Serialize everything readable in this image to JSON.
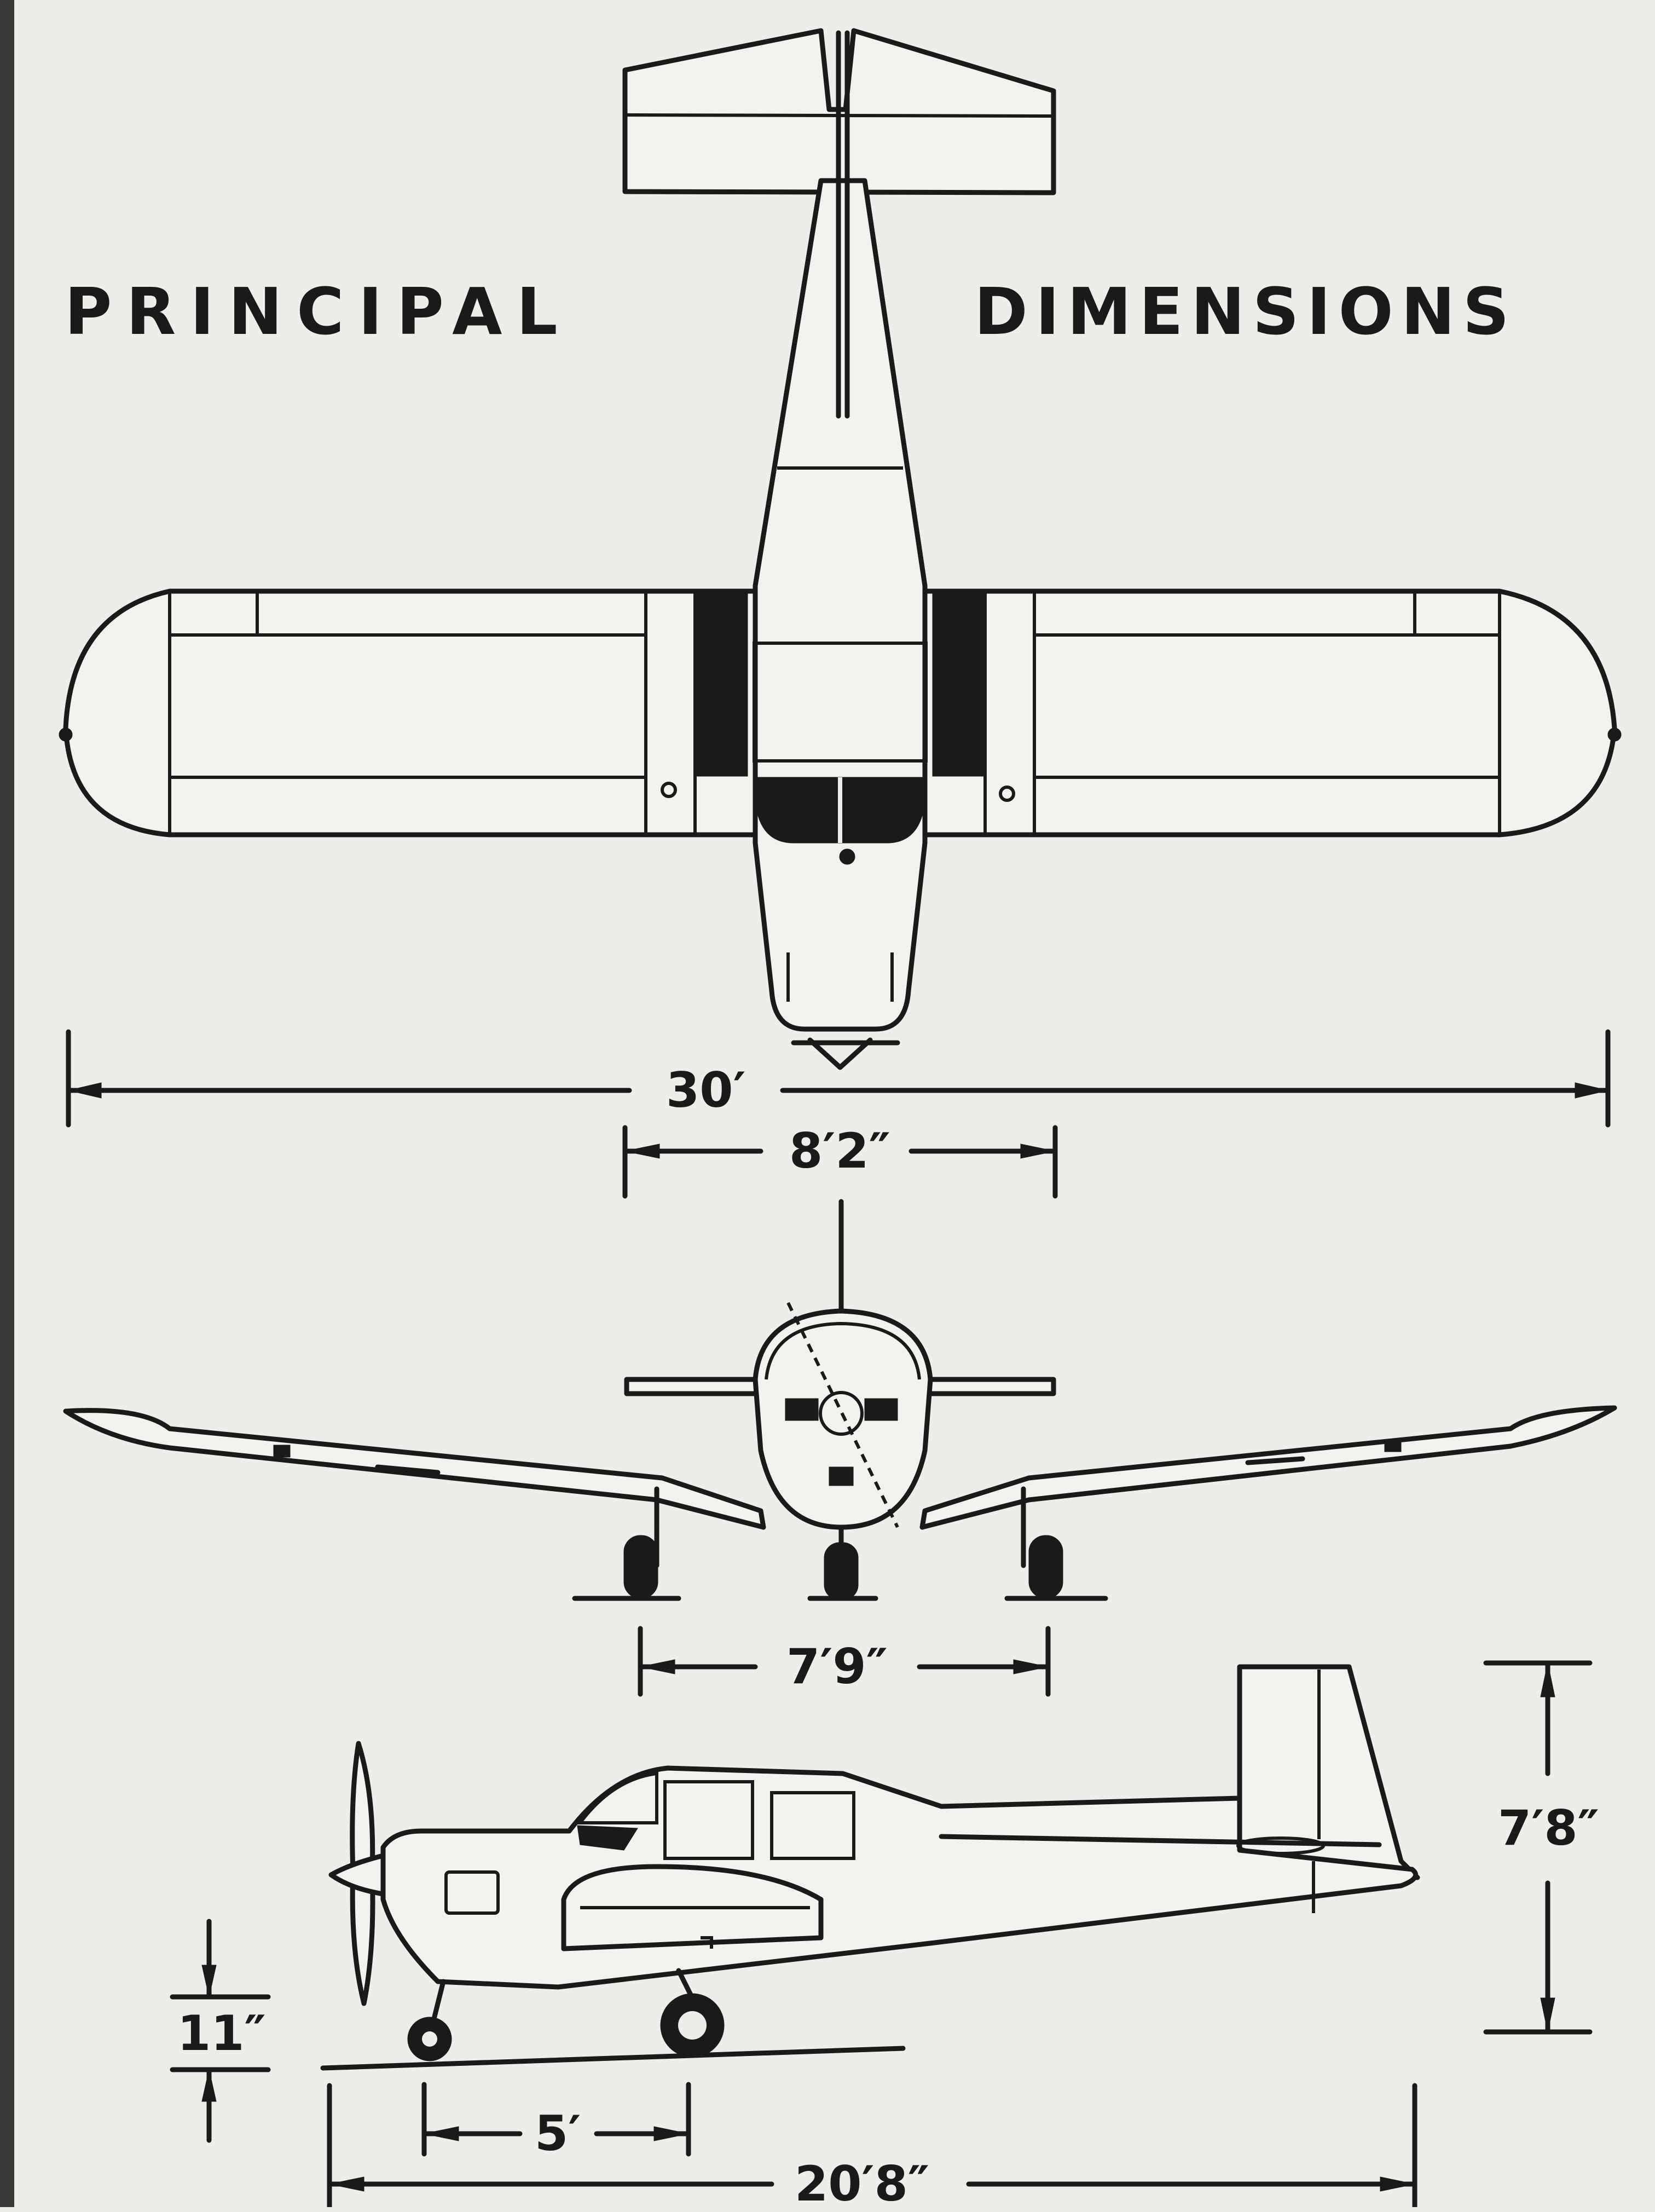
{
  "title": {
    "left": "PRINCIPAL",
    "right": "DIMENSIONS"
  },
  "dimensions": {
    "wingspan": "30′",
    "stabilizer_span": "8′2″",
    "wheel_track": "7′9″",
    "height": "7′8″",
    "ground_clearance": "11″",
    "wheelbase": "5′",
    "length": "20′8″"
  },
  "colors": {
    "paper": "#efedea",
    "ink": "#1b1a1a"
  }
}
